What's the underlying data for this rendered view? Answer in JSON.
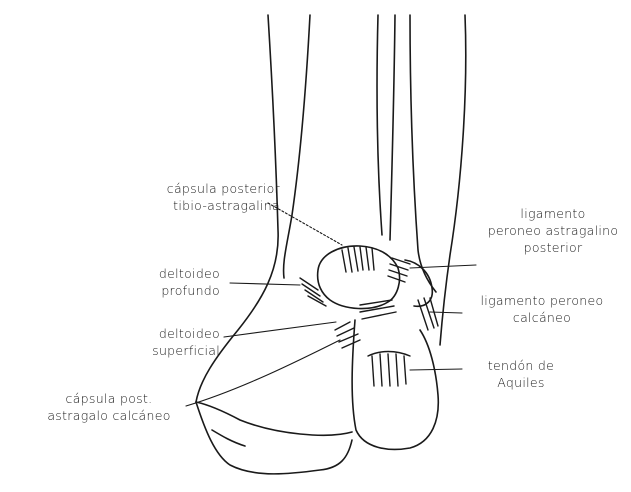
{
  "labels": {
    "capsula_posterior": [
      "cápsula posterior",
      "tibio-astragalina"
    ],
    "deltoideo_profundo": [
      "deltoideo",
      "profundo"
    ],
    "deltoideo_superficial": [
      "deltoideo",
      "superficial"
    ],
    "capsula_post_astragalo": [
      "cápsula post.",
      "astragalo calcáneo"
    ],
    "lig_peroneo_astragalino": [
      "ligamento",
      "peroneo astragalino",
      "posterior"
    ],
    "lig_peroneo_calcaneo": [
      "ligamento peroneo",
      "calcáneo"
    ],
    "tendon_aquiles": [
      "tendón de",
      "Aquiles"
    ]
  },
  "colors": {
    "ink": "#1a1a1a",
    "background": "#ffffff"
  }
}
